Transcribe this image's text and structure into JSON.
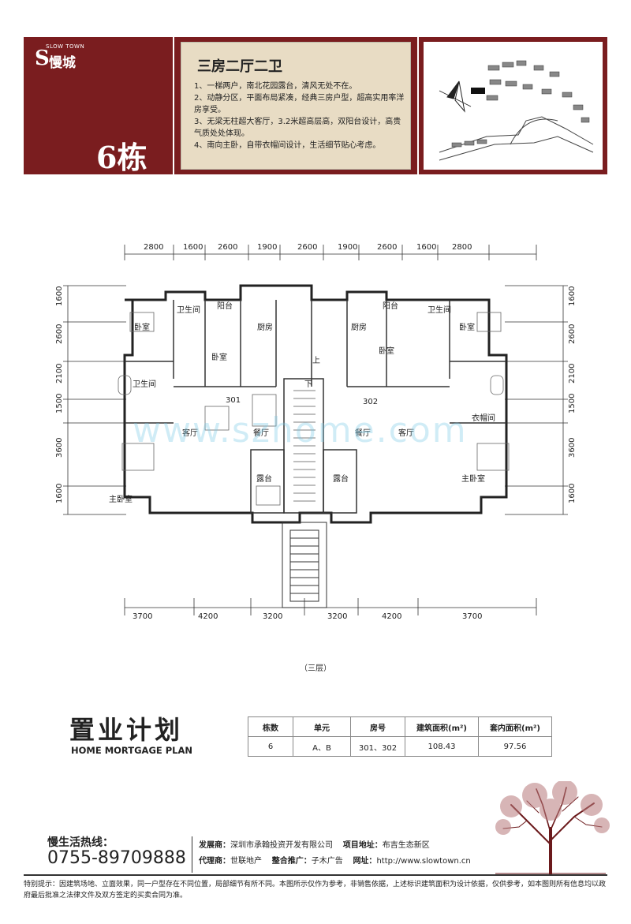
{
  "brand": {
    "logo_en": "SLOW TOWN",
    "logo_s": "S",
    "logo_cn": "慢城",
    "building": "6栋",
    "color": "#7a1d1f"
  },
  "features": {
    "title": "三房二厅二卫",
    "items": [
      "1、一梯两户，南北花园露台，清风无处不在。",
      "2、动静分区，平面布局紧凑，经典三房户型，超高实用率洋房享受。",
      "3、无梁无柱超大客厅，3.2米超高层高，双阳台设计，高贵气质处处体现。",
      "4、南向主卧，自带衣帽间设计，生活细节贴心考虑。"
    ]
  },
  "plan": {
    "top_dims": [
      "2800",
      "1600",
      "2600",
      "1900",
      "2600",
      "1900",
      "2600",
      "1600",
      "2800"
    ],
    "bottom_dims": [
      "3700",
      "4200",
      "3200",
      "3200",
      "4200",
      "3700"
    ],
    "side_dims": [
      "1600",
      "2600",
      "2100",
      "1500",
      "3600",
      "1600"
    ],
    "rooms": {
      "balcony": "阳台",
      "kitchen": "厨房",
      "bedroom": "卧室",
      "bath": "卫生间",
      "living": "客厅",
      "dining": "餐厅",
      "master": "主卧室",
      "terrace": "露台",
      "closet": "衣帽间",
      "up": "上",
      "down": "下",
      "unit_a": "301",
      "unit_b": "302"
    },
    "watermark": "www.szhome.com",
    "floor_label": "（三层）"
  },
  "mortgage": {
    "title_cn": "置业计划",
    "title_en": "HOME MORTGAGE PLAN",
    "headers": [
      "栋数",
      "单元",
      "房号",
      "建筑面积(m²)",
      "套内面积(m²)"
    ],
    "row": [
      "6",
      "A、B",
      "301、302",
      "108.43",
      "97.56"
    ]
  },
  "footer": {
    "hotline_label": "慢生活热线：",
    "hotline": "0755-89709888",
    "developer_label": "发展商：",
    "developer": "深圳市承翰投资开发有限公司",
    "address_label": "项目地址：",
    "address": "布吉生态新区",
    "agent_label": "代理商：",
    "agent": "世联地产",
    "promo_label": "整合推广：",
    "promo": "子木广告",
    "website_label": "网址：",
    "website": "http://www.slowtown.cn",
    "disclaimer": "特别提示：因建筑场地、立面效果，同一户型存在不同位置，局部细节有所不同。本图所示仅作为参考，非销售依据，上述标识建筑面积为设计依据，仅供参考，如本图则所有信息均以政府最后批准之法律文件及双方签定的买卖合同为准。"
  }
}
